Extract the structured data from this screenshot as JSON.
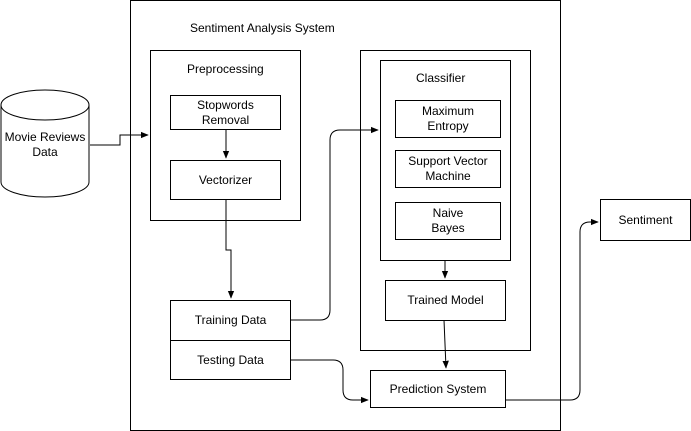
{
  "system": {
    "title": "Sentiment Analysis System"
  },
  "input": {
    "label": "Movie Reviews Data"
  },
  "preprocessing": {
    "title": "Preprocessing",
    "stopwords": "Stopwords Removal",
    "vectorizer": "Vectorizer"
  },
  "data_split": {
    "training": "Training Data",
    "testing": "Testing Data"
  },
  "classifier": {
    "title": "Classifier",
    "maxent": "Maximum Entropy",
    "svm": "Support Vector Machine",
    "naive_bayes": "Naive Bayes",
    "trained_model": "Trained Model"
  },
  "prediction": {
    "label": "Prediction System"
  },
  "output": {
    "label": "Sentiment"
  }
}
